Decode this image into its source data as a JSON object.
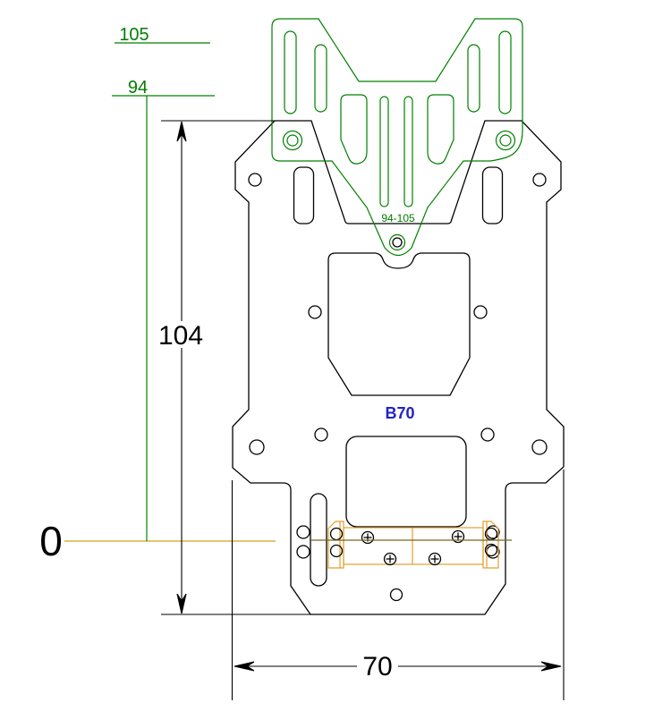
{
  "drawing": {
    "title": "Bracket mounting plate drawing",
    "labels": {
      "level_105": "105",
      "level_94": "94",
      "height_104": "104",
      "origin_zero": "0",
      "width_70": "70",
      "part_b70": "B70",
      "range_94_105": "94-105"
    },
    "colors": {
      "plate": "#000000",
      "bracket": "#008000",
      "bracket_text": "#007d00",
      "clamp": "#dfa030",
      "centerline_gold": "#d4a017",
      "centerline_olive": "#7a6520",
      "label_blue": "#2121cc",
      "background": "#ffffff"
    }
  }
}
